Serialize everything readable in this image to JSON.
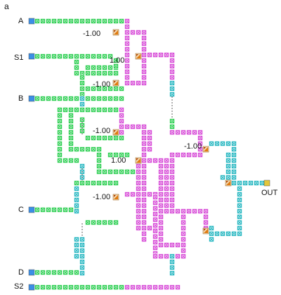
{
  "panel_label": "a",
  "inputs": {
    "a": "A",
    "s1": "S1",
    "b": "B",
    "c": "C",
    "d": "D",
    "s2": "S2"
  },
  "output_label": "OUT",
  "weights": [
    "-1.00",
    "1.00",
    "-1.00",
    "-1.00",
    "-1.00",
    "1.00",
    "-1.00"
  ],
  "colors": {
    "green": "#2fcf54",
    "magenta": "#d84fd8",
    "cyan": "#2ab8c2",
    "input_blue": "#3b8fe6",
    "output_yellow": "#e3c63a",
    "gate_orange": "#e07a10",
    "connector_dots": "#7a7a7a"
  },
  "icons": {
    "input": "input-node-icon",
    "output": "output-node-icon",
    "gate": "weighted-gate-icon"
  }
}
